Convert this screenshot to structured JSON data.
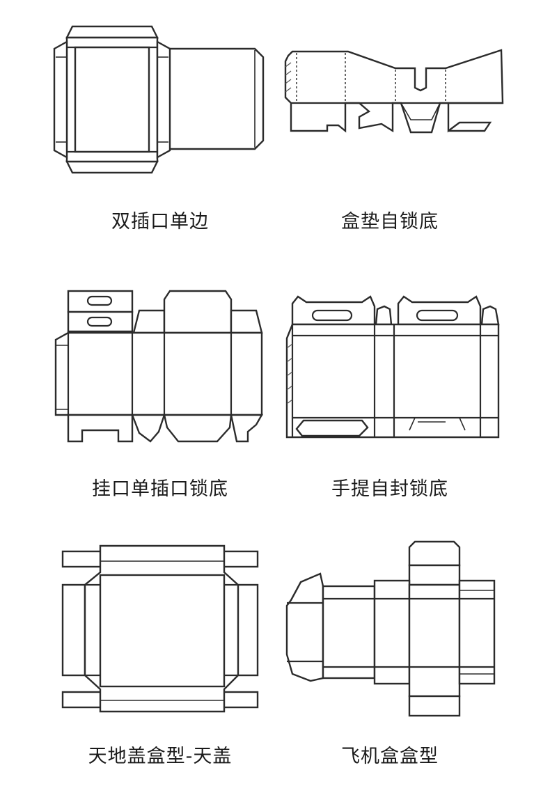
{
  "items": [
    {
      "label": "双插口单边"
    },
    {
      "label": "盒垫自锁底"
    },
    {
      "label": "挂口单插口锁底"
    },
    {
      "label": "手提自封锁底"
    },
    {
      "label": "天地盖盒型-天盖"
    },
    {
      "label": "飞机盒盒型"
    }
  ]
}
